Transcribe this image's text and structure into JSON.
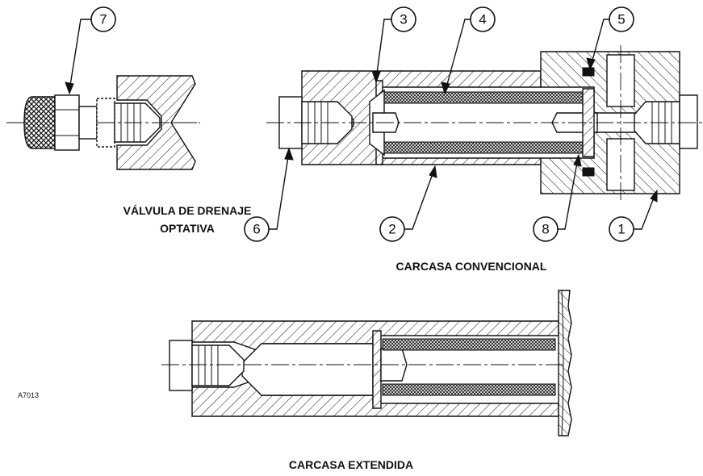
{
  "captions": {
    "drain_valve_line1": "VÁLVULA DE DRENAJE",
    "drain_valve_line2": "OPTATIVA",
    "conventional": "CARCASA CONVENCIONAL",
    "extended": "CARCASA EXTENDIDA",
    "drawing_id": "A7013"
  },
  "callouts": [
    "7",
    "3",
    "4",
    "5",
    "6",
    "2",
    "8",
    "1"
  ]
}
